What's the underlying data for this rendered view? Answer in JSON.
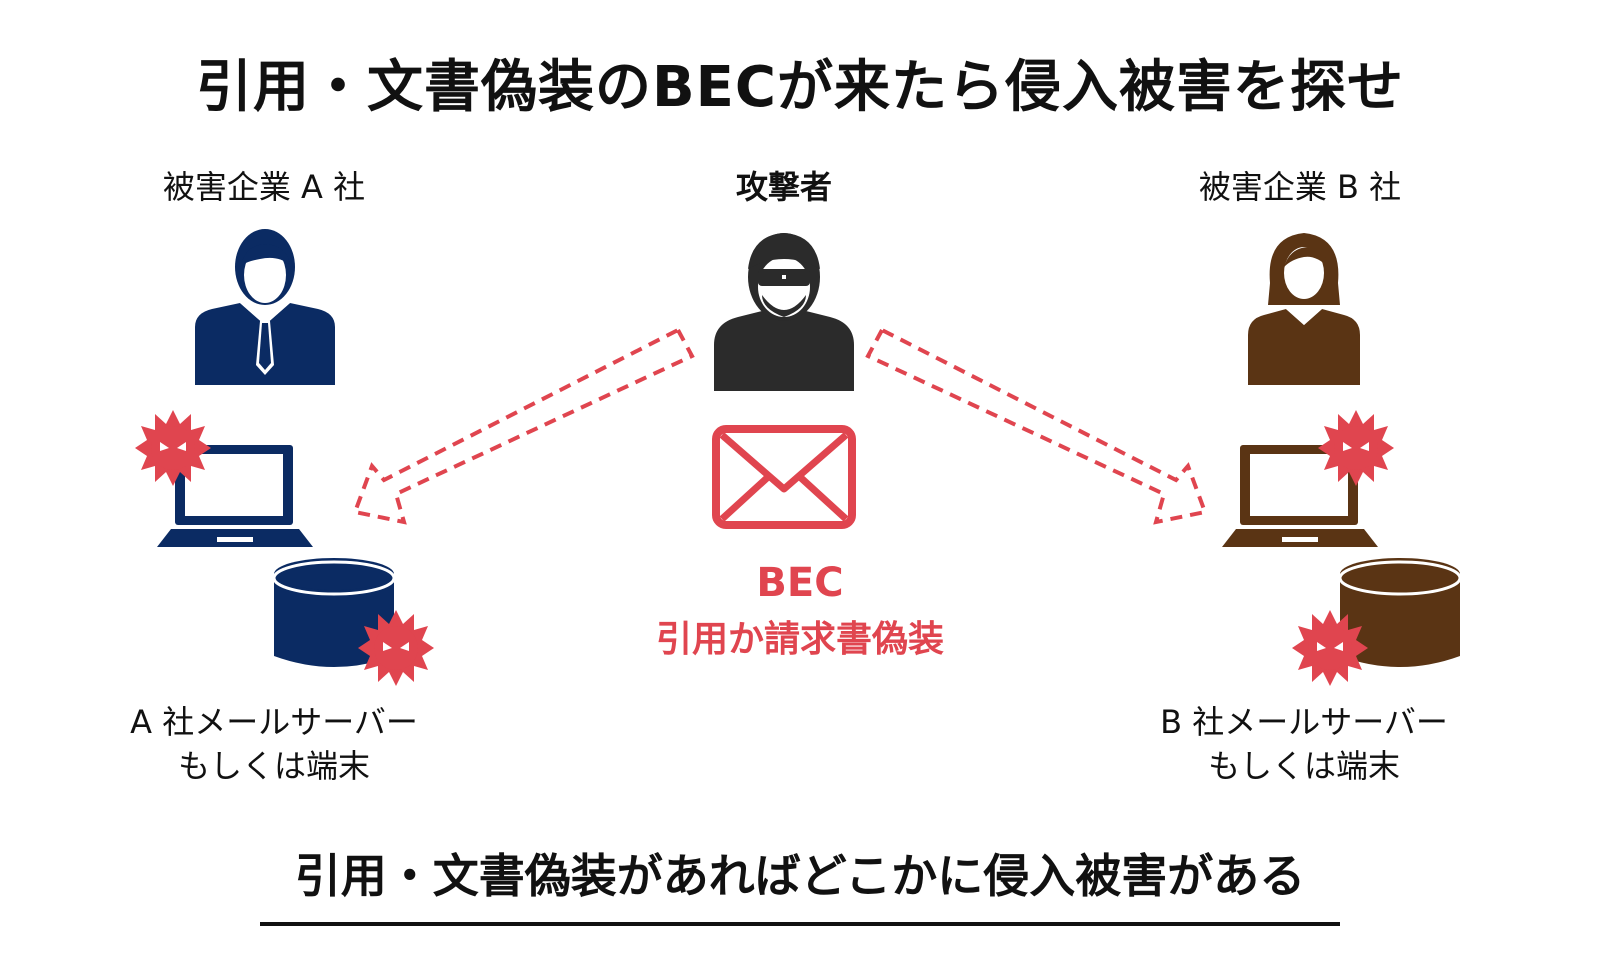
{
  "title": "引用・文書偽装のBECが来たら侵入被害を探せ",
  "parties": {
    "victim_a": {
      "label": "被害企業 A 社",
      "caption_line1": "A 社メールサーバー",
      "caption_line2": "もしくは端末"
    },
    "attacker": {
      "label": "攻撃者"
    },
    "victim_b": {
      "label": "被害企業 B 社",
      "caption_line1": "B 社メールサーバー",
      "caption_line2": "もしくは端末"
    }
  },
  "bec": {
    "title": "BEC",
    "subtitle": "引用か請求書偽装"
  },
  "conclusion": "引用・文書偽装があればどこかに侵入被害がある",
  "colors": {
    "victim_a": "#0b2b63",
    "attacker": "#2b2b2b",
    "victim_b": "#5a3414",
    "accent_red": "#e0454f",
    "virus": "#e0454f"
  },
  "icons": {
    "victim_a_person": "businessman-icon",
    "victim_b_person": "businesswoman-icon",
    "attacker_person": "hooded-hacker-icon",
    "mail": "envelope-icon",
    "laptop": "laptop-icon",
    "server": "database-icon",
    "malware": "virus-icon",
    "arrow": "dashed-arrow-icon"
  }
}
